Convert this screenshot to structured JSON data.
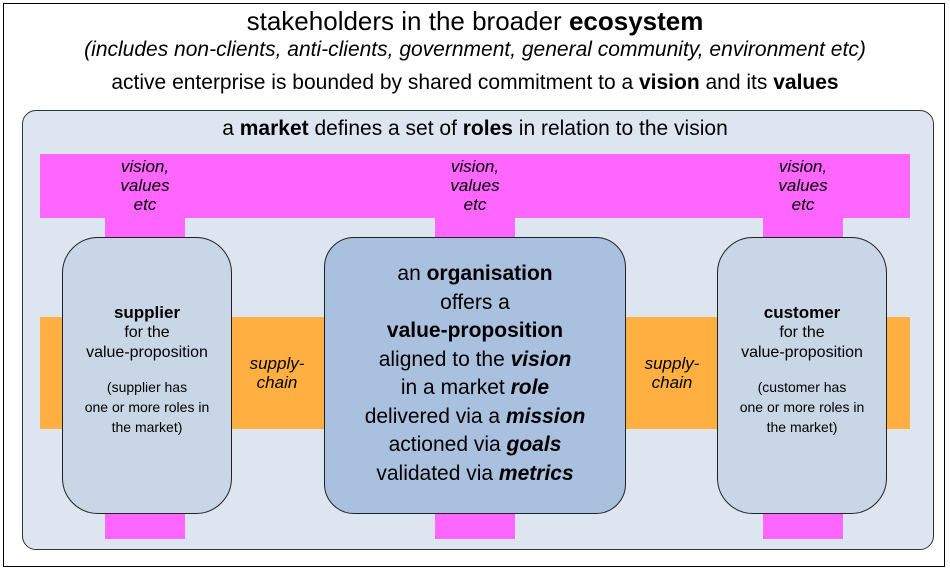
{
  "header": {
    "line1_prefix": "stakeholders in the broader ",
    "line1_bold": "ecosystem",
    "line2": "(includes non-clients, anti-clients, government, general community, environment etc)",
    "line3_a": "active enterprise is bounded by shared commitment to a ",
    "line3_b": "vision",
    "line3_c": " and its ",
    "line3_d": "values"
  },
  "market": {
    "a": "a ",
    "b": "market",
    "c": " defines a set of ",
    "d": "roles",
    "e": " in relation to the vision"
  },
  "vision_labels": [
    {
      "l1": "vision,",
      "l2": "values",
      "l3": "etc"
    },
    {
      "l1": "vision,",
      "l2": "values",
      "l3": "etc"
    },
    {
      "l1": "vision,",
      "l2": "values",
      "l3": "etc"
    }
  ],
  "supply_chain": [
    {
      "l1": "supply-",
      "l2": "chain"
    },
    {
      "l1": "supply-",
      "l2": "chain"
    }
  ],
  "supplier": {
    "title": "supplier",
    "l1": "for the",
    "l2": "value-proposition",
    "n1": "(supplier has",
    "n2": "one or more roles in",
    "n3": "the market)"
  },
  "customer": {
    "title": "customer",
    "l1": "for the",
    "l2": "value-proposition",
    "n1": "(customer has",
    "n2": "one or more roles in",
    "n3": "the market)"
  },
  "organisation": {
    "r1a": "an ",
    "r1b": "organisation",
    "r2": "offers a",
    "r3": "value-proposition",
    "r4a": "aligned to the ",
    "r4b": "vision",
    "r5a": "in a market ",
    "r5b": "role",
    "r6a": "delivered via a ",
    "r6b": "mission",
    "r7a": "actioned via ",
    "r7b": "goals",
    "r8a": "validated via ",
    "r8b": "metrics"
  },
  "colors": {
    "vision_band": "#ff66ff",
    "supply_band": "#ffb040",
    "market_bg": "#dde6f0",
    "pod_bg": "#c9d6e6",
    "org_bg": "#a9c0df"
  }
}
